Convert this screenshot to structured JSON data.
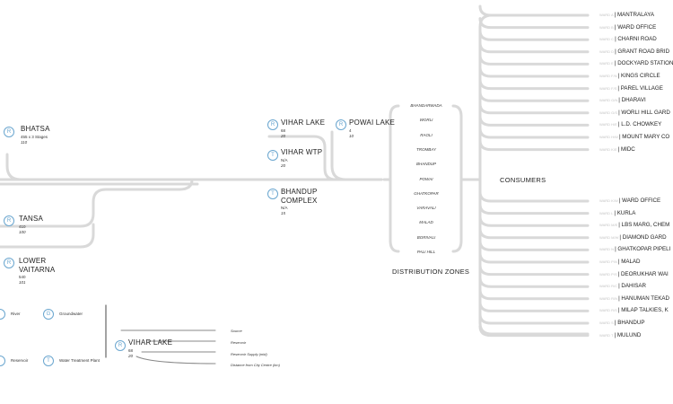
{
  "sources": {
    "bhatsa": {
      "badge": "R",
      "name": "BHATSA",
      "supply": "455 x 3 Stages",
      "distance": "110"
    },
    "tansa": {
      "badge": "R",
      "name": "TANSA",
      "supply": "410",
      "distance": "100"
    },
    "lower_vaitarna": {
      "badge": "R",
      "name_line1": "LOWER",
      "name_line2": "VAITARNA",
      "supply": "540",
      "distance": "101"
    },
    "vihar_lake": {
      "badge": "R",
      "name": "VIHAR LAKE",
      "supply": "68",
      "distance": "20"
    },
    "vihar_wtp": {
      "badge": "T",
      "name": "VIHAR WTP",
      "supply": "N/A",
      "distance": "20"
    },
    "bhandup_complex": {
      "badge": "T",
      "name_line1": "BHANDUP",
      "name_line2": "COMPLEX",
      "supply": "N/A",
      "distance": "15"
    },
    "powai_lake": {
      "badge": "R",
      "name": "POWAI LAKE",
      "supply": "4",
      "distance": "10"
    }
  },
  "distribution": {
    "title": "DISTRIBUTION ZONES",
    "zones": [
      "BHANDARWADA",
      "WORLI",
      "RAOLI",
      "TROMBAY",
      "BHANDUP",
      "POWAI",
      "GHATKOPAR",
      "VARAVALI",
      "MALAD",
      "BORIVALI",
      "PALI HILL"
    ]
  },
  "consumers": {
    "title": "CONSUMERS",
    "upper": [
      {
        "code": "WARD A",
        "name": "MANTRALAYA"
      },
      {
        "code": "WARD B",
        "name": "WARD OFFICE"
      },
      {
        "code": "WARD C",
        "name": "CHARNI ROAD"
      },
      {
        "code": "WARD D",
        "name": "GRANT ROAD BRID"
      },
      {
        "code": "WARD E",
        "name": "DOCKYARD STATION"
      },
      {
        "code": "WARD F/N",
        "name": "KINGS CIRCLE"
      },
      {
        "code": "WARD F/S",
        "name": "PAREL VILLAGE"
      },
      {
        "code": "WARD G/N",
        "name": "DHARAVI"
      },
      {
        "code": "WARD G/S",
        "name": "WORLI HILL GARD"
      },
      {
        "code": "WARD H/E",
        "name": "L.D. CHOWKEY"
      },
      {
        "code": "WARD H/W",
        "name": "MOUNT MARY CO"
      },
      {
        "code": "WARD K/E",
        "name": "MIDC"
      }
    ],
    "lower": [
      {
        "code": "WARD K/W",
        "name": "WARD OFFICE"
      },
      {
        "code": "WARD L",
        "name": "KURLA"
      },
      {
        "code": "WARD M/E",
        "name": "LBS MARG, CHEM"
      },
      {
        "code": "WARD M/W",
        "name": "DIAMOND GARD"
      },
      {
        "code": "WARD N",
        "name": "GHATKOPAR PIPELI"
      },
      {
        "code": "WARD P/N",
        "name": "MALAD"
      },
      {
        "code": "WARD P/S",
        "name": "DEORUKHAR WAI"
      },
      {
        "code": "WARD R/C",
        "name": "DAHISAR"
      },
      {
        "code": "WARD R/N",
        "name": "HANUMAN TEKAD"
      },
      {
        "code": "WARD R/S",
        "name": "MILAP TALKIES, K"
      },
      {
        "code": "WARD S",
        "name": "BHANDUP"
      },
      {
        "code": "WARD T",
        "name": "MULUND"
      }
    ]
  },
  "legend": {
    "items": [
      {
        "badge": "",
        "label": "River"
      },
      {
        "badge": "G",
        "label": "Groundwater"
      },
      {
        "badge": "",
        "label": "Reservoir"
      },
      {
        "badge": "T",
        "label": "Water Treatment Plant"
      }
    ],
    "example": {
      "badge": "R",
      "name": "VIHAR LAKE",
      "supply": "68",
      "distance": "20"
    },
    "annotations": [
      "Source",
      "Reservoir",
      "Reservoir Supply (mld)",
      "Distance from City Centre (km)"
    ]
  },
  "colors": {
    "line": "#d9d9d9",
    "badge": "#6aa6cf",
    "ward_code": "#c4c4c4",
    "text": "#222222"
  }
}
